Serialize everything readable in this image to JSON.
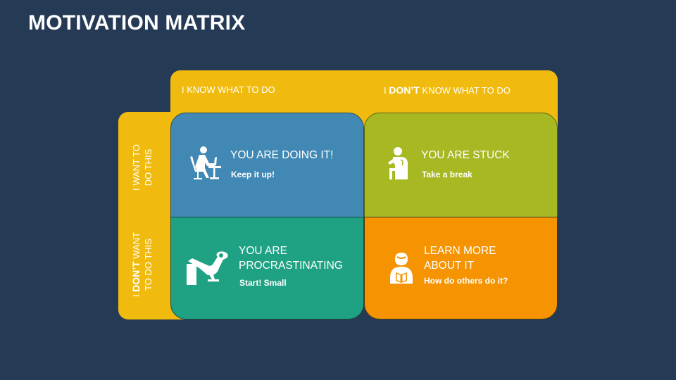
{
  "title": "MOTIVATION MATRIX",
  "colors": {
    "background": "#253a55",
    "band": "#f0bb0e",
    "doing_it": "#4189b4",
    "stuck": "#a7b823",
    "procrastinating": "#1fa283",
    "learn_more": "#f59300"
  },
  "columns": {
    "know": "I KNOW WHAT TO DO",
    "dont_know_prefix": "I ",
    "dont_know_emph": "DON’T",
    "dont_know_suffix": " KNOW WHAT TO DO"
  },
  "rows": {
    "want_line1": "I WANT TO",
    "want_line2": "DO THIS",
    "dont_want_prefix": "I ",
    "dont_want_emph": "DON’T",
    "dont_want_line1_suffix": " WANT",
    "dont_want_line2": "TO DO THIS"
  },
  "quadrants": [
    {
      "id": "doing-it",
      "icon": "person-at-laptop-icon",
      "title_line1": "YOU ARE DOING IT!",
      "title_line2": "",
      "subtitle": "Keep it up!"
    },
    {
      "id": "stuck",
      "icon": "person-sitting-thinking-icon",
      "title_line1": "YOU ARE STUCK",
      "title_line2": "",
      "subtitle": "Take a break"
    },
    {
      "id": "procrastinating",
      "icon": "person-reclining-feet-up-icon",
      "title_line1": "YOU ARE",
      "title_line2": "PROCRASTINATING",
      "subtitle": "Start! Small"
    },
    {
      "id": "learn-more",
      "icon": "person-reading-book-icon",
      "title_line1": "LEARN MORE",
      "title_line2": "ABOUT IT",
      "subtitle": "How do others do it?"
    }
  ]
}
